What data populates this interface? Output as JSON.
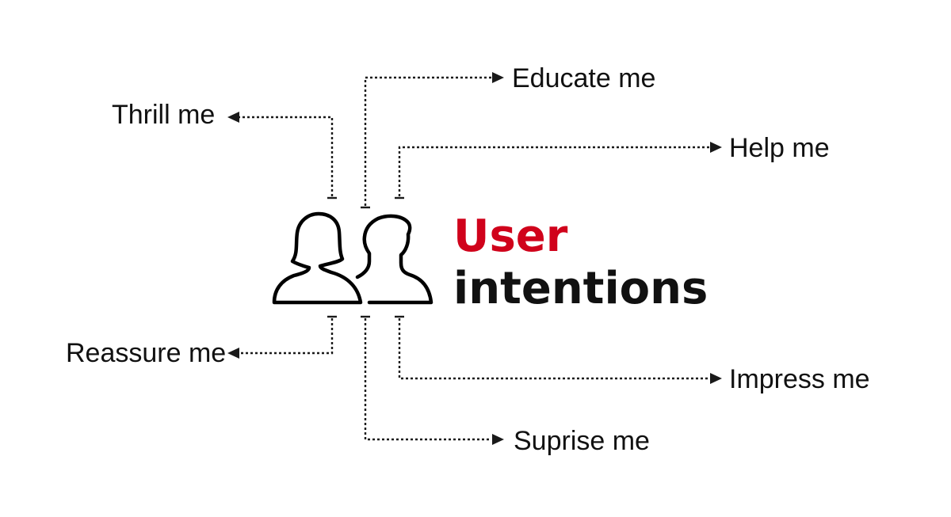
{
  "title": {
    "line1": "User",
    "line2": "intentions",
    "line1_color": "#d0021b",
    "line2_color": "#111111"
  },
  "intentions": [
    {
      "id": "thrill",
      "label": "Thrill me"
    },
    {
      "id": "educate",
      "label": "Educate me"
    },
    {
      "id": "help",
      "label": "Help me"
    },
    {
      "id": "reassure",
      "label": "Reassure me"
    },
    {
      "id": "impress",
      "label": "Impress me"
    },
    {
      "id": "surprise",
      "label": "Suprise me"
    }
  ],
  "icons": {
    "users": "users-icon"
  }
}
